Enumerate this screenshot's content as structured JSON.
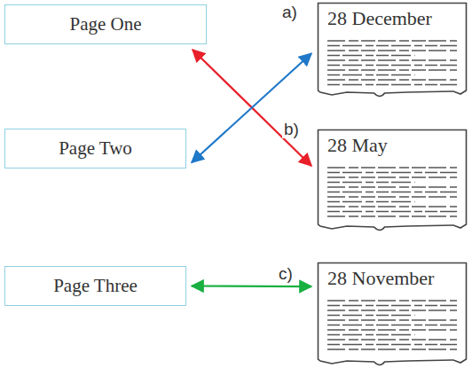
{
  "diagram": {
    "nodes": [
      {
        "text": [
          "Page One"
        ]
      },
      {
        "text": [
          "28 December"
        ]
      },
      {
        "text": [
          "Page Two"
        ]
      },
      {
        "text": [
          "28 May"
        ]
      },
      {
        "text": [
          "Page Three"
        ]
      },
      {
        "text": [
          "28 November"
        ]
      }
    ],
    "edges": [
      {
        "from": 0,
        "to": 3,
        "arrow": "both"
      },
      {
        "from": 2,
        "to": 1,
        "arrow": "both"
      },
      {
        "from": 4,
        "to": 5,
        "arrow": "both"
      }
    ],
    "labels": [
      "a)",
      "b)",
      "c)"
    ]
  }
}
